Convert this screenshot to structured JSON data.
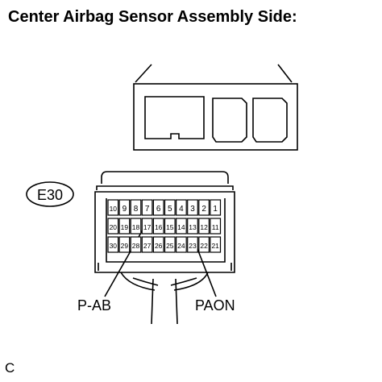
{
  "title": "Center Airbag Sensor Assembly Side:",
  "connector": {
    "code": "E30",
    "rows": [
      [
        "10",
        "9",
        "8",
        "7",
        "6",
        "5",
        "4",
        "3",
        "2",
        "1"
      ],
      [
        "20",
        "19",
        "18",
        "17",
        "16",
        "15",
        "14",
        "13",
        "12",
        "11"
      ],
      [
        "30",
        "29",
        "28",
        "27",
        "26",
        "25",
        "24",
        "23",
        "22",
        "21"
      ]
    ],
    "callouts": [
      {
        "label": "P-AB",
        "pin": "17"
      },
      {
        "label": "PAON",
        "pin": "22"
      }
    ]
  },
  "figure_ref": "C"
}
